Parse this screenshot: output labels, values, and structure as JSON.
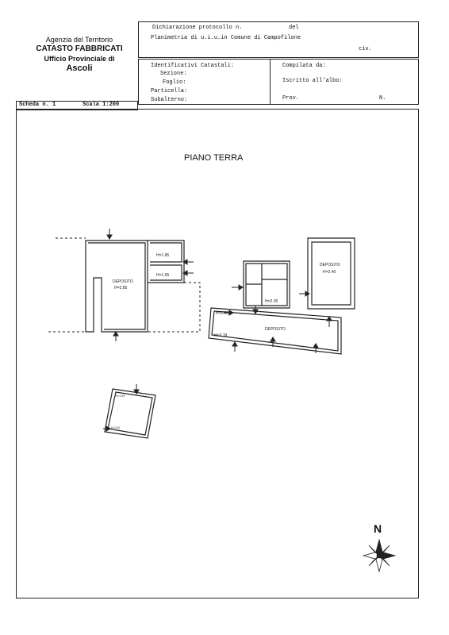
{
  "agency": {
    "line1": "Agenzia del Territorio",
    "line2": "CATASTO FABBRICATI",
    "line3": "Ufficio Provinciale di",
    "line4": "Ascoli"
  },
  "header": {
    "dichiarazione_label": "Dichiarazione protocollo n.",
    "del_label": "del",
    "planimetria_label": "Planimetria di u.i.u.in Comune di Campofilone",
    "civ_label": "civ.",
    "identificativi_label": "Identificativi Catastali:",
    "sezione_label": "Sezione:",
    "foglio_label": "Foglio:",
    "particella_label": "Particella:",
    "subalterno_label": "Subalterno:",
    "compilata_label": "Compilata da:",
    "iscritto_label": "Iscritto all'albo:",
    "prov_label": "Prov.",
    "n_label": "N."
  },
  "sheet": {
    "scheda_label": "Scheda n. 1",
    "scala_label": "Scala 1:200"
  },
  "plan": {
    "floor_title": "PIANO TERRA",
    "labels": {
      "deposito": "DEPOSITO",
      "h285": "H=2.85",
      "h185": "H=1.85",
      "h165": "H=1.65",
      "h240": "H=2.40",
      "h205": "H=2.05",
      "h218": "H=2.18",
      "h249": "H=2.49",
      "h240b": "H=2.40"
    },
    "north_label": "N"
  }
}
